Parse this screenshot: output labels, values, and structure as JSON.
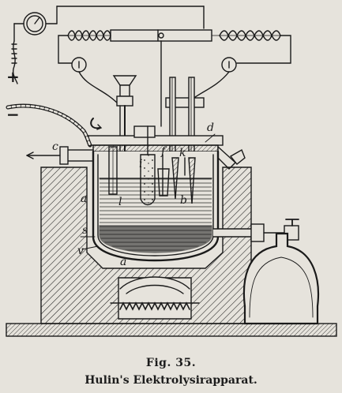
{
  "figure": {
    "number": "Fig. 35.",
    "title": "Hulin's Elektrolysirapparat."
  },
  "diagram_labels": {
    "plus": "+",
    "minus": "−",
    "c": "c",
    "d": "d",
    "a_side": "a",
    "a_bottom": "a",
    "s": "s",
    "v": "v",
    "l": "l",
    "i": "i",
    "f": "f",
    "k": "k",
    "b": "b"
  },
  "colors": {
    "ink": "#1a1a1a",
    "paper": "#e6e3dc"
  }
}
